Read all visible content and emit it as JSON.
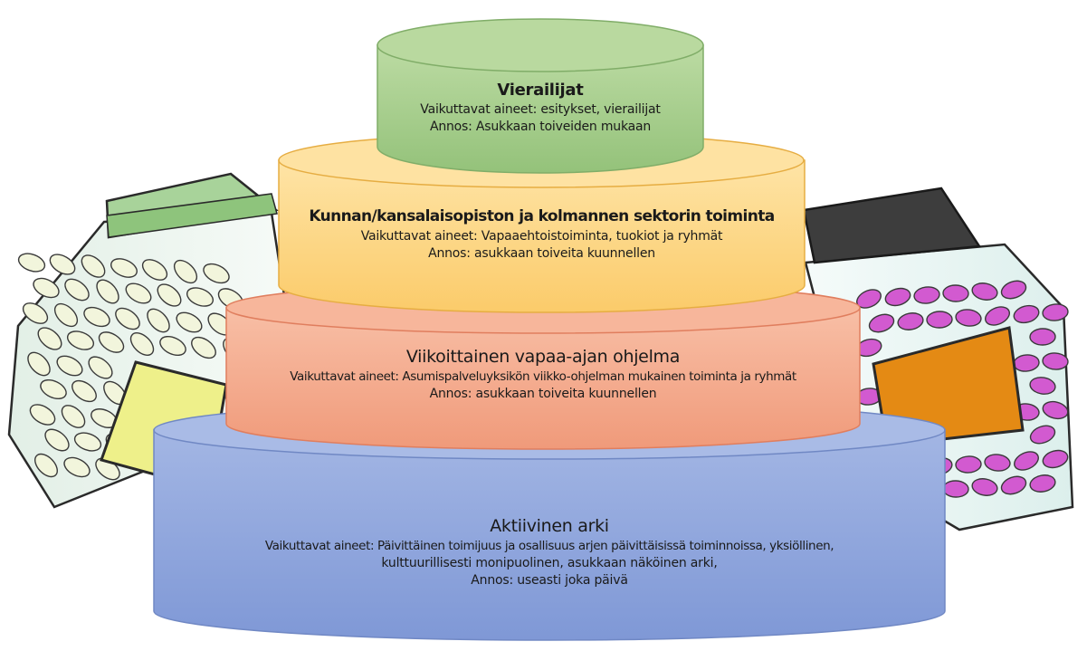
{
  "tiers": {
    "top": {
      "title": "Vierailijat",
      "lines": [
        "Vaikuttavat aineet: esitykset, vierailijat",
        "Annos: Asukkaan toiveiden mukaan"
      ],
      "color": "#a9cf8c"
    },
    "second": {
      "title": "Kunnan/kansalaisopiston ja kolmannen sektorin toiminta",
      "lines": [
        "Vaikuttavat aineet: Vapaaehtoistoiminta, tuokiot ja ryhmät",
        "Annos: asukkaan toiveita kuunnellen"
      ],
      "color": "#fdd680"
    },
    "third": {
      "title": "Viikoittainen vapaa-ajan ohjelma",
      "lines": [
        "Vaikuttavat aineet: Asumispalveluyksikön viikko-ohjelman mukainen toiminta ja ryhmät",
        "Annos: asukkaan toiveita kuunnellen"
      ],
      "color": "#f4a98a"
    },
    "bottom": {
      "title": "Aktiivinen arki",
      "lines": [
        "Vaikuttavat aineet: Päivittäinen toimijuus ja osallisuus arjen päivittäisissä toiminnoissa, yksiöllinen,",
        "kulttuurillisesti monipuolinen, asukkaan näköinen arki,",
        "Annos: useasti joka päivä"
      ],
      "color": "#8fa6dc"
    }
  },
  "jars": {
    "left": {
      "lid_color": "#9ccc8c",
      "pill_color": "#f2f5dc",
      "label_color": "#eef08a",
      "icon": "pill-jar-left"
    },
    "right": {
      "lid_color": "#3d3d3d",
      "pill_color": "#d25ad0",
      "label_color": "#e48a14",
      "icon": "pill-jar-right"
    }
  }
}
